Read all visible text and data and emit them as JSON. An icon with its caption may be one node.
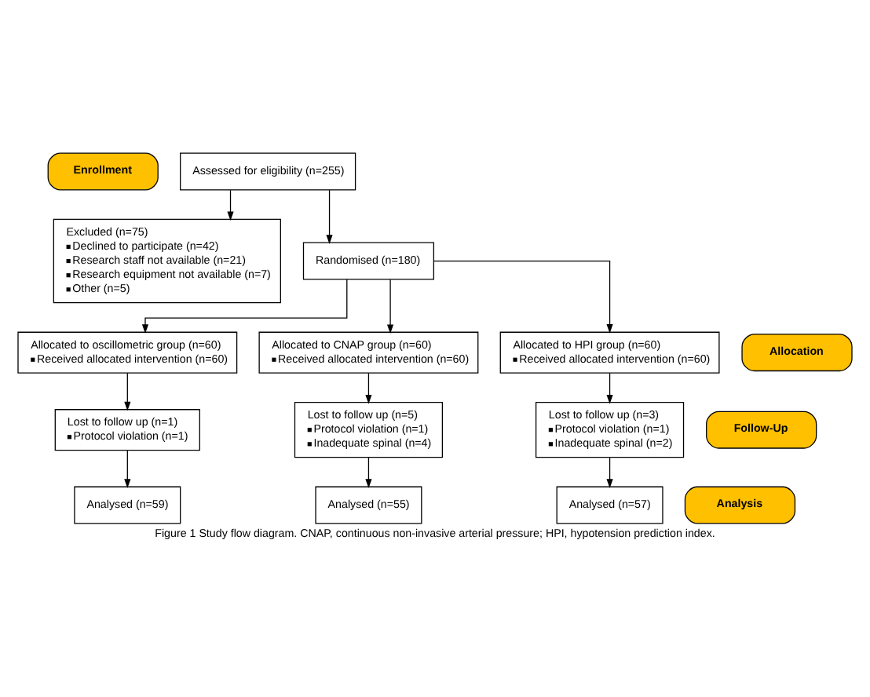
{
  "diagram": {
    "caption": "Figure 1 Study flow diagram. CNAP, continuous non-invasive arterial pressure; HPI, hypotension prediction index.",
    "nodes": [
      {
        "text": [
          "Enrollment"
        ]
      },
      {
        "text": [
          "Assessed for eligibility (n=255)"
        ]
      },
      {
        "text": [
          "Excluded (n=75)",
          "Declined to participate (n=42)",
          "Research staff not available (n=21)",
          "Research equipment not available (n=7)",
          "Other (n=5)"
        ]
      },
      {
        "text": [
          "Randomised (n=180)"
        ]
      },
      {
        "text": [
          "Allocation"
        ]
      },
      {
        "text": [
          "Allocated to oscillometric group (n=60)",
          "Received allocated intervention (n=60)"
        ]
      },
      {
        "text": [
          "Allocated to CNAP group (n=60)",
          "Received allocated intervention (n=60)"
        ]
      },
      {
        "text": [
          "Allocated to HPI group (n=60)",
          "Received allocated intervention (n=60)"
        ]
      },
      {
        "text": [
          "Follow-Up"
        ]
      },
      {
        "text": [
          "Lost to follow up (n=1)",
          "Protocol violation (n=1)"
        ]
      },
      {
        "text": [
          "Lost to follow up (n=5)",
          "Protocol violation (n=1)",
          "Inadequate spinal (n=4)"
        ]
      },
      {
        "text": [
          "Lost to follow up (n=3)",
          "Protocol violation (n=1)",
          "Inadequate spinal (n=2)"
        ]
      },
      {
        "text": [
          "Analysis"
        ]
      },
      {
        "text": [
          "Analysed (n=59)"
        ]
      },
      {
        "text": [
          "Analysed (n=55)"
        ]
      },
      {
        "text": [
          "Analysed (n=57)"
        ]
      }
    ],
    "edges": [
      {
        "from": 1,
        "to": 2,
        "arrow": "to"
      },
      {
        "from": 1,
        "to": 3,
        "arrow": "to"
      },
      {
        "from": 3,
        "to": 5,
        "arrow": "to"
      },
      {
        "from": 3,
        "to": 6,
        "arrow": "to"
      },
      {
        "from": 3,
        "to": 7,
        "arrow": "to"
      },
      {
        "from": 5,
        "to": 9,
        "arrow": "to"
      },
      {
        "from": 6,
        "to": 10,
        "arrow": "to"
      },
      {
        "from": 7,
        "to": 11,
        "arrow": "to"
      },
      {
        "from": 9,
        "to": 13,
        "arrow": "to"
      },
      {
        "from": 10,
        "to": 14,
        "arrow": "to"
      },
      {
        "from": 11,
        "to": 15,
        "arrow": "to"
      }
    ]
  }
}
